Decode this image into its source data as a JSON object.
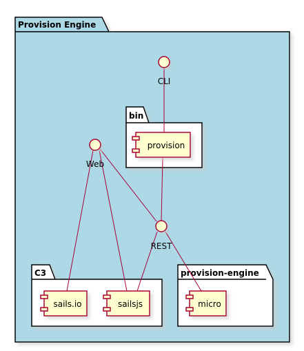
{
  "colors": {
    "outer_fill": "#ADD8E6",
    "inner_fill": "#FFFFFF",
    "component_fill": "#FEFECE",
    "line": "#A80036"
  },
  "packages": {
    "provision_engine": "Provision Engine",
    "bin": "bin",
    "c3": "C3",
    "provision_engine_pkg": "provision-engine"
  },
  "interfaces": {
    "cli": "CLI",
    "web": "Web",
    "rest": "REST"
  },
  "components": {
    "provision": "provision",
    "sails_io": "sails.io",
    "sailsjs": "sailsjs",
    "micro": "micro"
  }
}
